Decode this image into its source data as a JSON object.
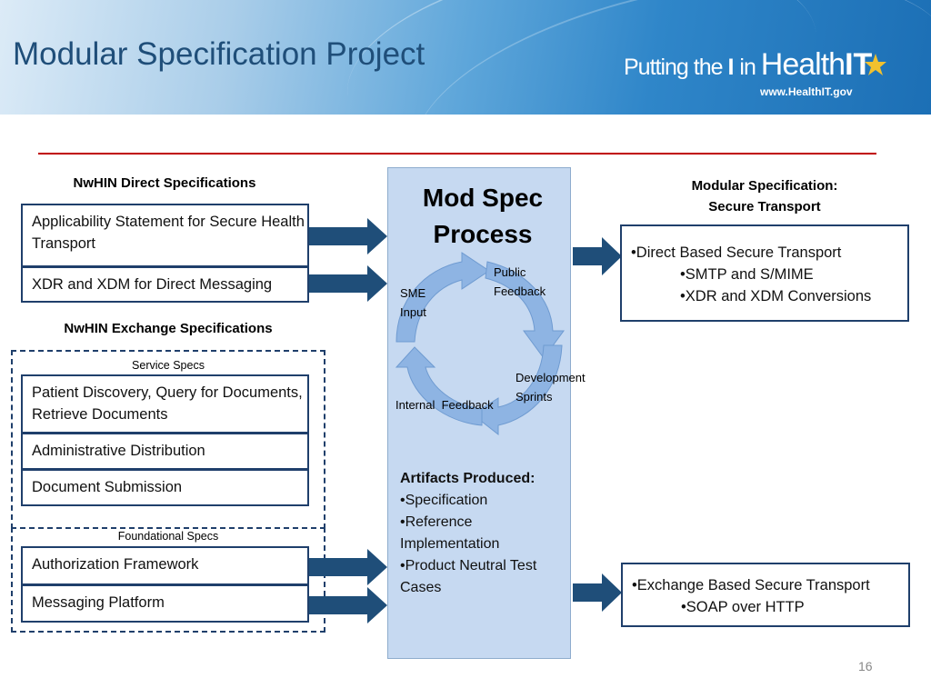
{
  "title": "Modular Specification Project",
  "logo": {
    "prefix": "Putting the ",
    "i": "I",
    "in": " in ",
    "health": "Health",
    "it": "IT",
    "url": "www.HealthIT.gov"
  },
  "left": {
    "direct_heading": "NwHIN Direct Specifications",
    "direct_items": [
      "Applicability Statement for Secure Health Transport",
      "XDR and XDM for Direct Messaging"
    ],
    "exchange_heading": "NwHIN Exchange Specifications",
    "service_label": "Service Specs",
    "service_items": [
      "Patient Discovery, Query for Documents, Retrieve Documents",
      "Administrative Distribution",
      "Document Submission"
    ],
    "foundational_label": "Foundational Specs",
    "foundational_items": [
      "Authorization Framework",
      "Messaging Platform"
    ]
  },
  "center": {
    "title_line1": "Mod Spec",
    "title_line2": "Process",
    "cycle": {
      "sme": "SME Input",
      "public": "Public Feedback",
      "dev": "Development Sprints",
      "internal": "Internal  Feedback"
    },
    "artifacts_heading": "Artifacts Produced:",
    "artifacts": [
      "•Specification",
      "•Reference Implementation",
      "•Product Neutral Test Cases"
    ]
  },
  "right": {
    "heading_line1": "Modular Specification:",
    "heading_line2": "Secure Transport",
    "direct_box": [
      "•Direct Based Secure Transport",
      "•SMTP and S/MIME",
      "•XDR and XDM Conversions"
    ],
    "exchange_box": [
      "•Exchange Based Secure Transport",
      "•SOAP over HTTP"
    ]
  },
  "page_number": "16",
  "colors": {
    "box_border": "#1f3f6b",
    "arrow": "#1f4e79",
    "panel": "#c6d9f1",
    "cycle_arrow": "#8eb4e3",
    "rule": "#c00000"
  }
}
